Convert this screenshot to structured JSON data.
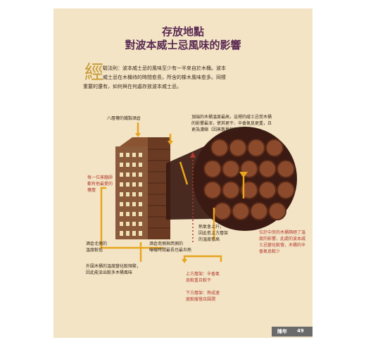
{
  "title": {
    "line1": "存放地點",
    "line2": "對波本威士忌風味的影響"
  },
  "intro": {
    "dropcap": "經",
    "line1": "驗法則：波本威士忌的風味至少有一半來自於木桶。波本",
    "line2": "威士忌在木桶待的時間愈長，所含的橡木風味愈多。同樣",
    "line3": "重要的還有，如何與在何處存放波本威士忌。"
  },
  "labels": {
    "building": "八層樓的鐵製酒倉",
    "top_floor": [
      "頂端的木桶溫度最高，這裡的威士忌受木桶",
      "的影響最深，使其更干、辛香氣息更重，且",
      "更為濃縮（因蒸散量較高）"
    ],
    "ground_floor": [
      "每一位蒸餾師",
      "都有他最愛的",
      "樓層"
    ],
    "center_cold": [
      "酒倉北側的",
      "溫度較低"
    ],
    "center_warm": [
      "酒倉南側與西側的",
      "曝曬時間最長也最炎熱"
    ],
    "heat": [
      "熱氣會上升，",
      "因此愈上方層架",
      "的溫度愈高"
    ],
    "middle": [
      "位於中央的木桶隔絕了溫",
      "度的影響，此處的波本威",
      "士忌變化較慢，木桶的辛",
      "香氣息較少"
    ],
    "outer": [
      "外圍木桶的溫度變化較頻繁，",
      "因此能汲出較多木桶風味"
    ],
    "upper": [
      "上方層架：辛香氣",
      "息較重且較干"
    ],
    "lower": [
      "下方層架：熟成速",
      "度較緩慢且圓潤"
    ]
  },
  "footer": {
    "section": "陳年",
    "page": "49"
  },
  "colors": {
    "background": "#f3e4c6",
    "title": "#5a2a52",
    "accent": "#e8a51d",
    "arrow_red": "#b33a2e",
    "brick": "#7a4a2c",
    "circle": "#3a1a12"
  }
}
